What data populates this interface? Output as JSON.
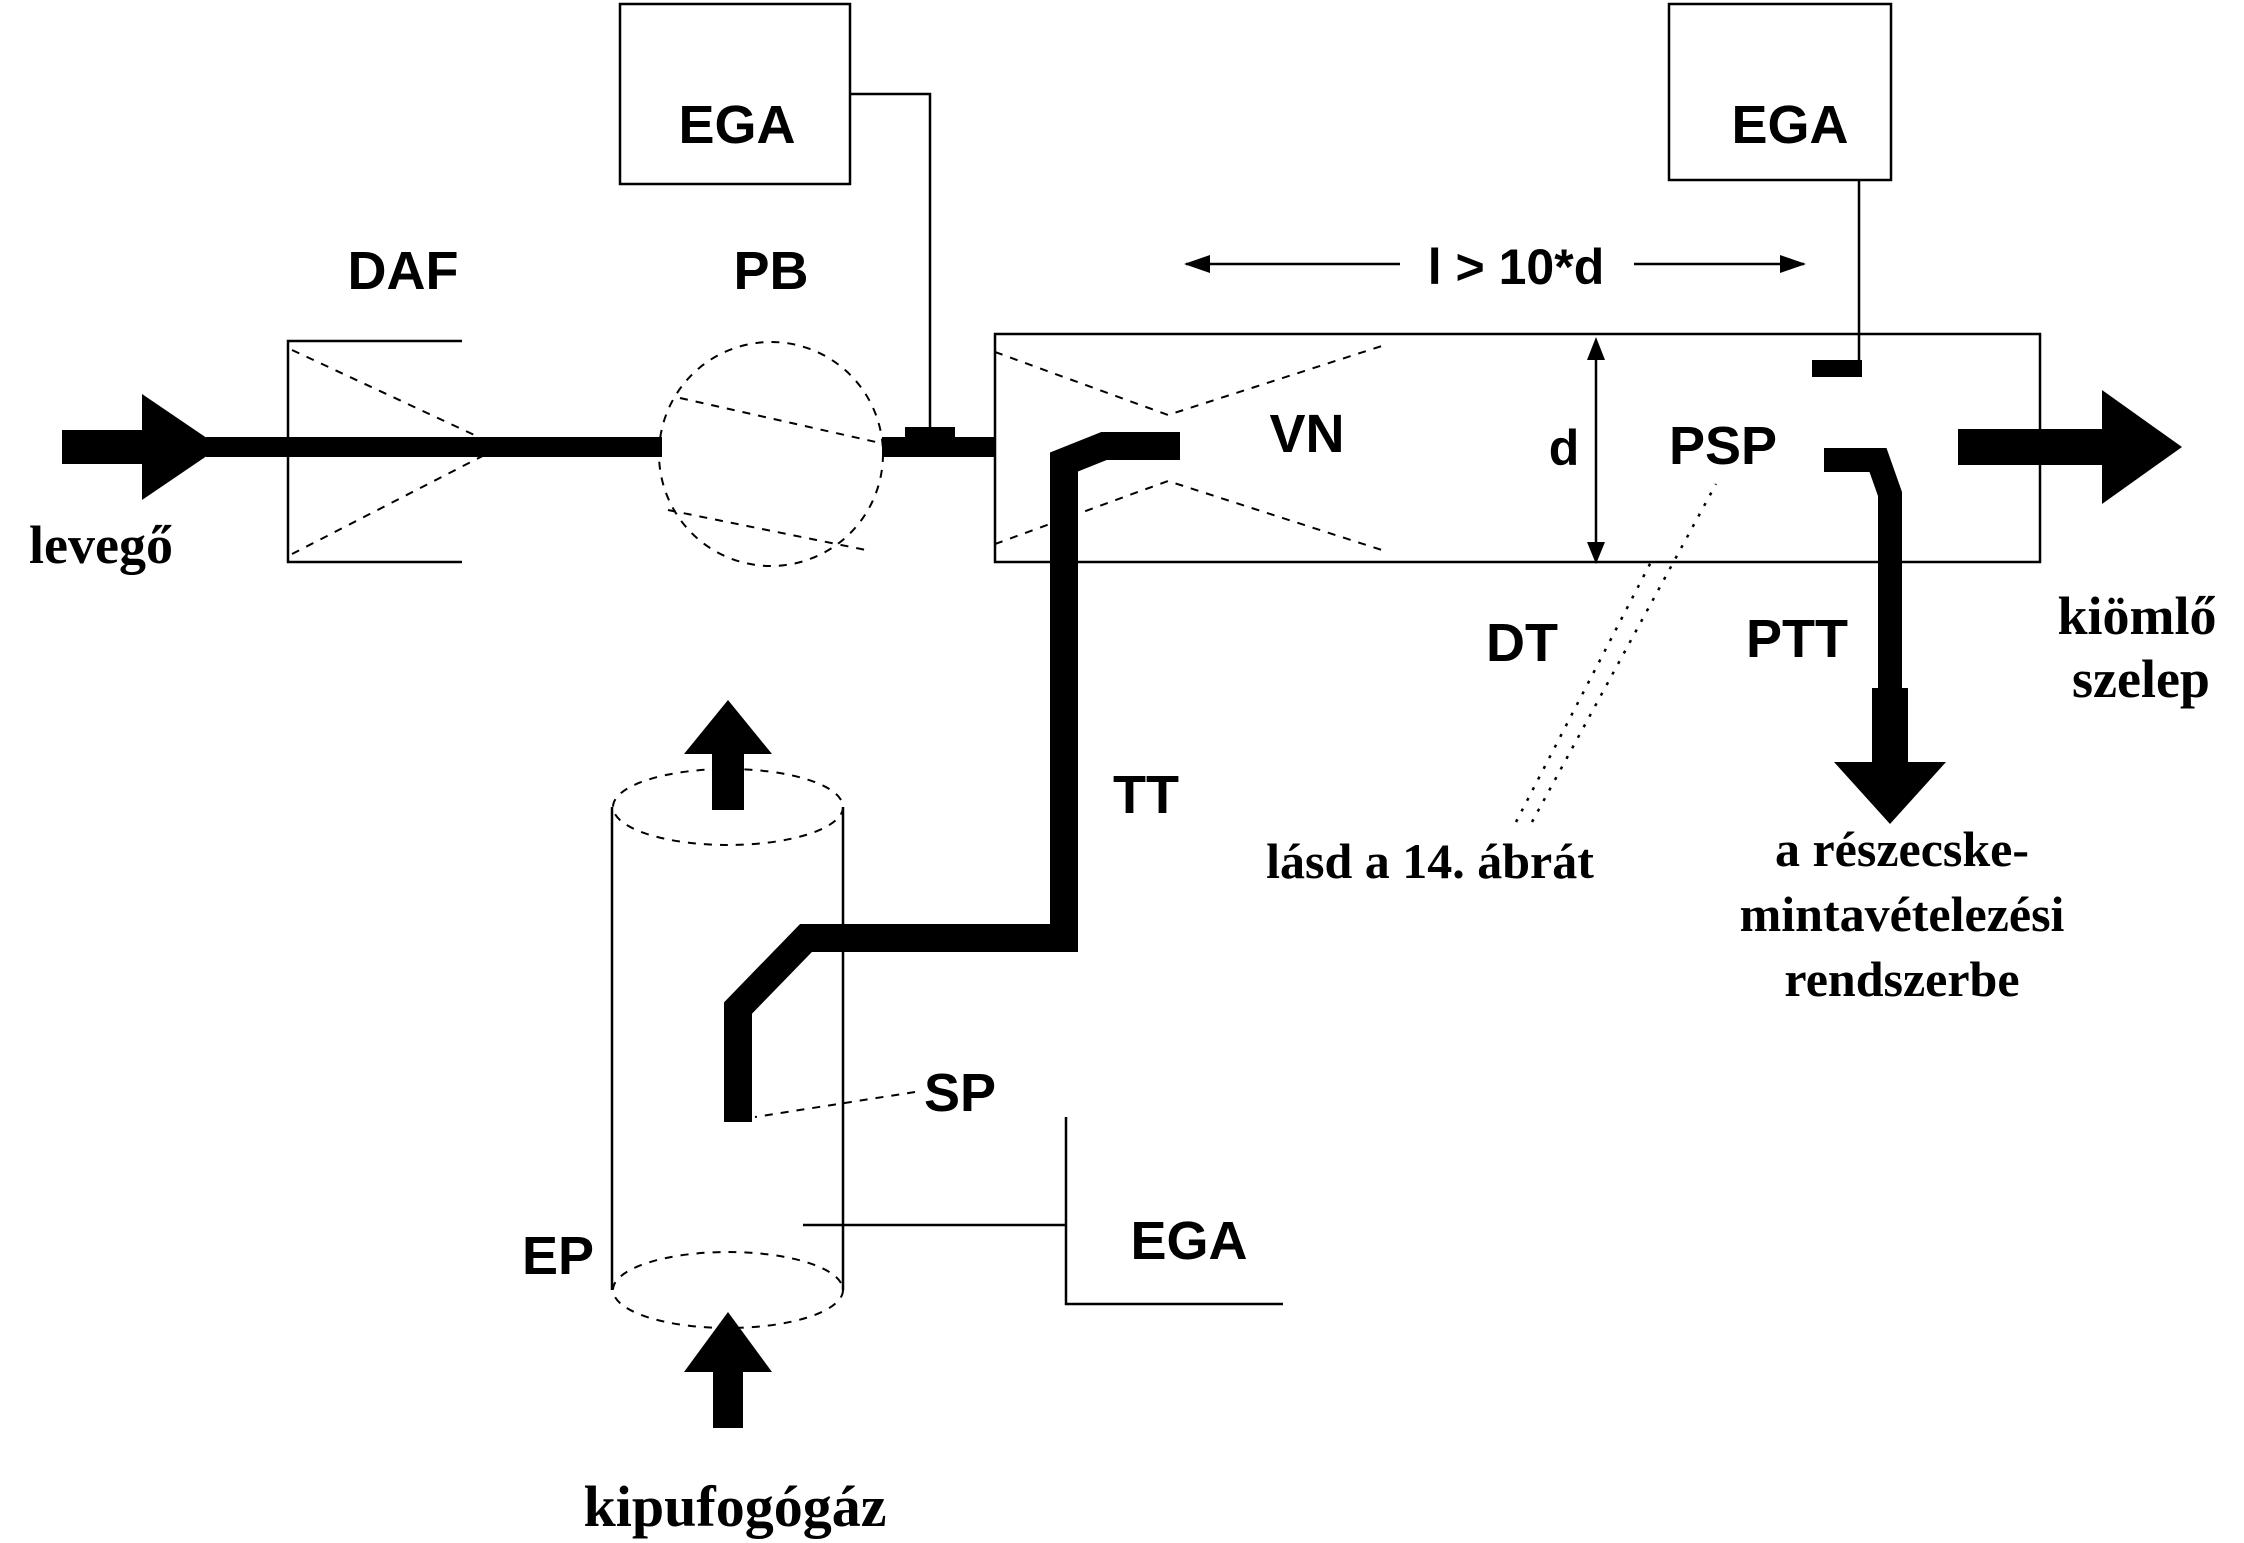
{
  "diagram": {
    "labels": {
      "ega_top_left": "EGA",
      "ega_top_right": "EGA",
      "ega_bottom": "EGA",
      "daf": "DAF",
      "pb": "PB",
      "vn": "VN",
      "psp": "PSP",
      "ptt": "PTT",
      "dt": "DT",
      "tt": "TT",
      "sp": "SP",
      "ep": "EP",
      "diameter": "d",
      "length_condition": "l > 10*d"
    },
    "annotations": {
      "air_inlet": "levegő",
      "outlet_valve_line1": "kiömlő",
      "outlet_valve_line2": "szelep",
      "exhaust_gas": "kipufogógáz",
      "see_figure": "lásd a 14. ábrát",
      "particle_line1": "a részecske-",
      "particle_line2": "mintavételezési",
      "particle_line3": "rendszerbe"
    },
    "colors": {
      "line": "#000000",
      "background": "#ffffff"
    }
  }
}
